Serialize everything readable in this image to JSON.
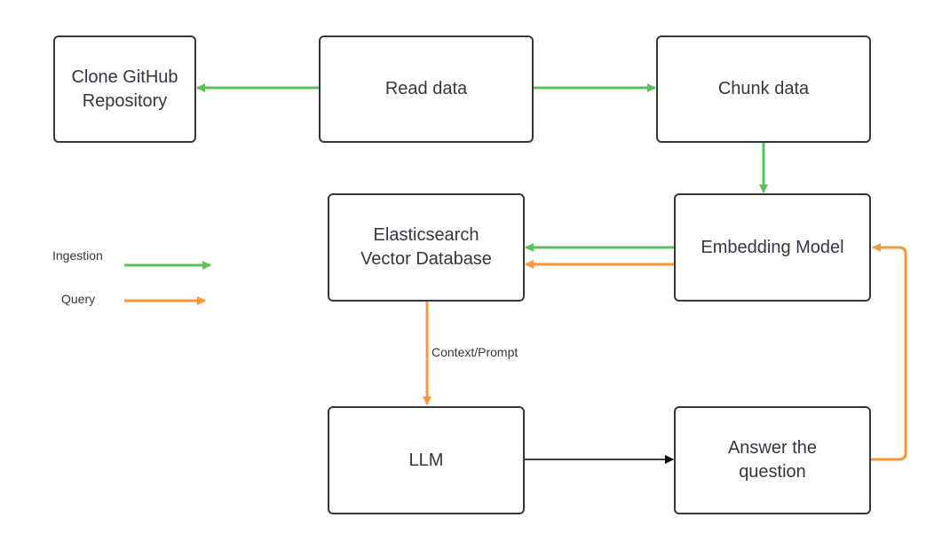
{
  "colors": {
    "ingestion": "#5ac05c",
    "query": "#f7973a",
    "neutral": "#000000",
    "border": "#333740",
    "text": "#333740"
  },
  "nodes": {
    "clone": "Clone GitHub\nRepository",
    "read": "Read data",
    "chunk": "Chunk data",
    "elastic": "Elasticsearch\nVector Database",
    "embedding": "Embedding Model",
    "llm": "LLM",
    "answer": "Answer the\nquestion"
  },
  "edge_labels": {
    "context_prompt": "Context/Prompt"
  },
  "legend": {
    "ingestion": "Ingestion",
    "query": "Query"
  }
}
